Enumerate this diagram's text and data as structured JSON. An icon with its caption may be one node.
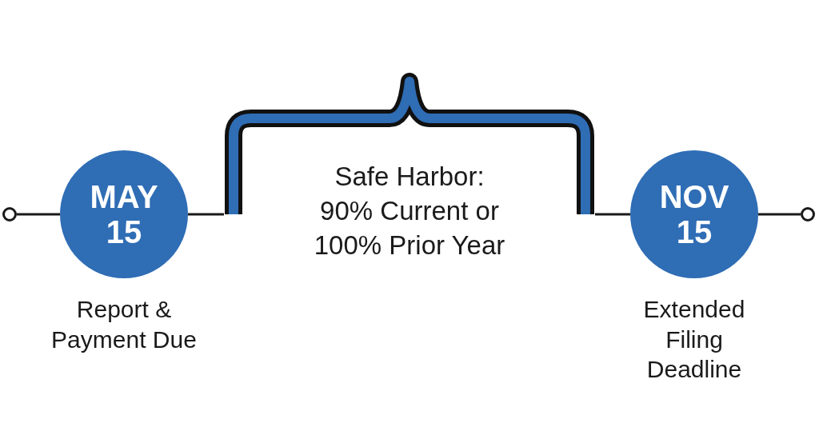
{
  "diagram": {
    "nodes": [
      {
        "text": [],
        "shape": "circle"
      },
      {
        "text": [
          "MAY 15"
        ],
        "beside": [
          "Report & Payment Due"
        ]
      },
      {
        "text": [
          "Safe Harbor: 90% Current or 100% Prior Year"
        ]
      },
      {
        "text": [
          "NOV 15"
        ],
        "beside": [
          "Extended Filing Deadline"
        ]
      },
      {
        "text": [],
        "shape": "circle"
      }
    ],
    "edges": [
      {
        "from": 0,
        "to": 1,
        "arrow": "none"
      },
      {
        "from": 1,
        "to": 2,
        "arrow": "none"
      },
      {
        "from": 2,
        "to": 3,
        "arrow": "none"
      },
      {
        "from": 3,
        "to": 4,
        "arrow": "none"
      }
    ]
  }
}
